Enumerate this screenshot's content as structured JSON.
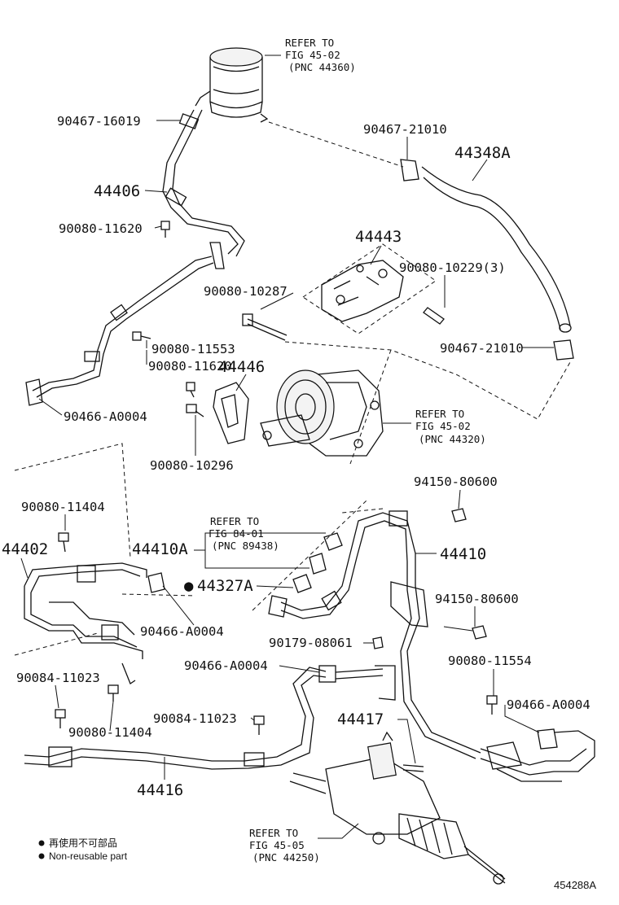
{
  "refs": {
    "fig4502a": {
      "l1": "REFER TO",
      "l2": "FIG 45-02",
      "l3": "(PNC 44360)"
    },
    "fig4502b": {
      "l1": "REFER TO",
      "l2": "FIG 45-02",
      "l3": "(PNC 44320)"
    },
    "fig8401": {
      "l1": "REFER TO",
      "l2": "FIG 84-01",
      "l3": "(PNC 89438)"
    },
    "fig4505": {
      "l1": "REFER TO",
      "l2": "FIG 45-05",
      "l3": "(PNC 44250)"
    }
  },
  "labels": {
    "p90467_16019": "90467-16019",
    "p90467_21010_top": "90467-21010",
    "p44348A": "44348A",
    "p44406": "44406",
    "p90080_11620_top": "90080-11620",
    "p44443": "44443",
    "p90080_10229": "90080-10229(3)",
    "p90080_10287": "90080-10287",
    "p90080_11553": "90080-11553",
    "p90080_11620_mid": "90080-11620",
    "p44446": "44446",
    "p90467_21010_mid": "90467-21010",
    "p90466_A0004_a": "90466-A0004",
    "p90080_10296": "90080-10296",
    "p94150_80600_a": "94150-80600",
    "p90080_11404_a": "90080-11404",
    "p44402": "44402",
    "p44410A": "44410A",
    "p44410": "44410",
    "p44327A": "44327A",
    "p94150_80600_b": "94150-80600",
    "p90466_A0004_b": "90466-A0004",
    "p90179_08061": "90179-08061",
    "p90466_A0004_c": "90466-A0004",
    "p90080_11554": "90080-11554",
    "p90084_11023_a": "90084-11023",
    "p90466_A0004_d": "90466-A0004",
    "p90080_11404_b": "90080-11404",
    "p90084_11023_b": "90084-11023",
    "p44417": "44417",
    "p44416": "44416"
  },
  "markers": {
    "non_reusable_dot": "●"
  },
  "legend": {
    "jp": "再使用不可部品",
    "en": "Non-reusable part"
  },
  "figure_id": "454288A"
}
